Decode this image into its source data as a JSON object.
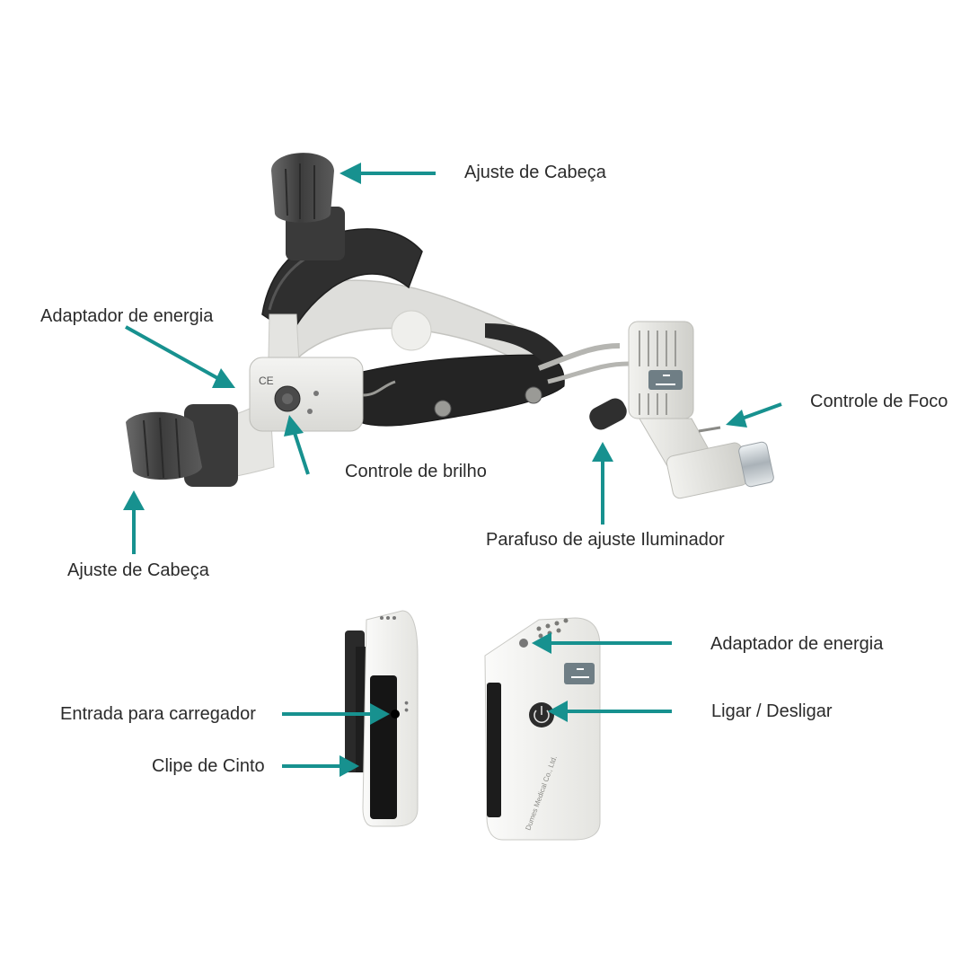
{
  "labels": {
    "head_adjust_top": "Ajuste de Cabeça",
    "power_adapter_left": "Adaptador de energia",
    "focus_control": "Controle de Foco",
    "brightness_control": "Controle de brilho",
    "illuminator_screw": "Parafuso de ajuste Iluminador",
    "head_adjust_bottom": "Ajuste de Cabeça",
    "power_adapter_right": "Adaptador de energia",
    "charger_input": "Entrada para carregador",
    "on_off": "Ligar / Desligar",
    "belt_clip": "Clipe de Cinto"
  },
  "device_markings": {
    "ce_mark": "CE",
    "brand_logo_text": "",
    "maker_text": "Dumes Medical Co., Ltd."
  },
  "colors": {
    "arrow": "#17918f",
    "label_text": "#2b2b2b",
    "device_body": "#e9e9e6",
    "strap_dark": "#2a2a2a",
    "knob_gray": "#4a4a4a",
    "lens_silver": "#c9cfd3"
  },
  "icons": {
    "power_button": "power-icon",
    "logo_badge": "brand-badge-icon"
  }
}
